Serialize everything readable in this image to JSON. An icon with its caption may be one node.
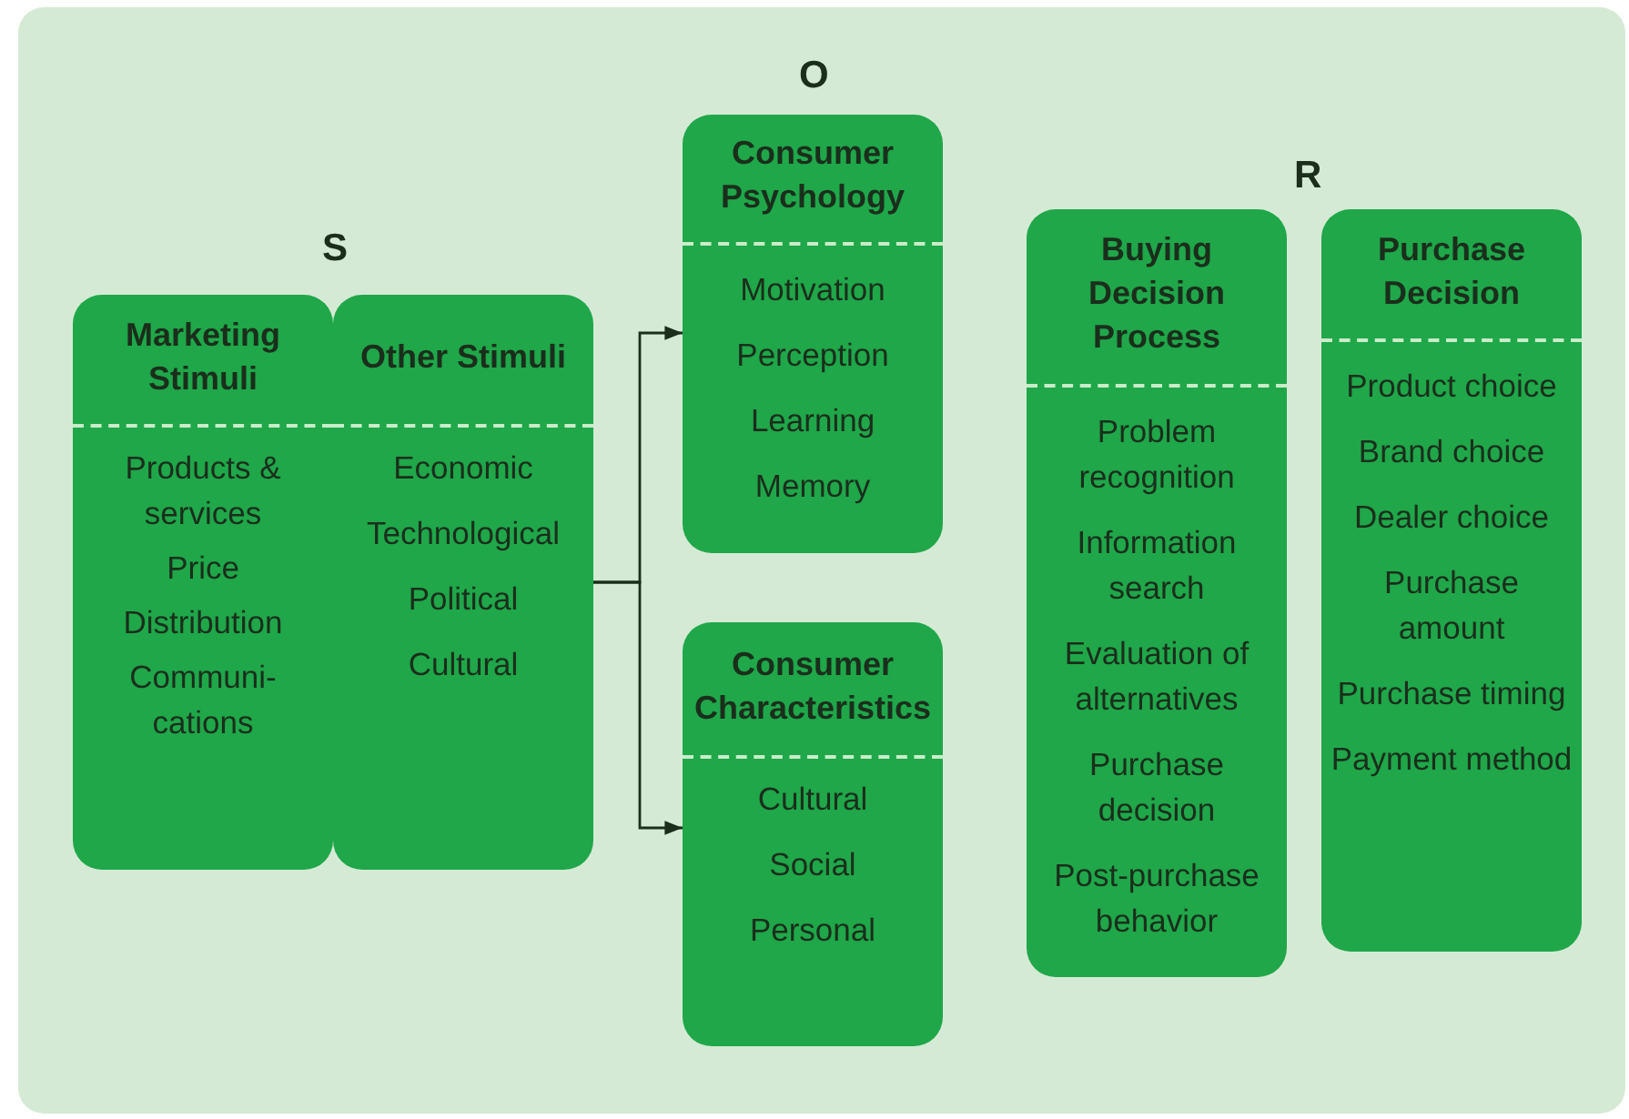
{
  "diagram": {
    "nodes": [
      {
        "text": [
          "Marketing Stimuli",
          "Products & services",
          "Price",
          "Distribution",
          "Communi- cations"
        ]
      },
      {
        "text": [
          "Other Stimuli",
          "Economic",
          "Technological",
          "Political",
          "Cultural"
        ]
      },
      {
        "text": [
          "Consumer Psychology",
          "Motivation",
          "Perception",
          "Learning",
          "Memory"
        ]
      },
      {
        "text": [
          "Consumer Characteristics",
          "Cultural",
          "Social",
          "Personal"
        ]
      },
      {
        "text": [
          "Buying Decision Process",
          "Problem recognition",
          "Information search",
          "Evaluation of alternatives",
          "Purchase decision",
          "Post-purchase behavior"
        ]
      },
      {
        "text": [
          "Purchase Decision",
          "Product choice",
          "Brand choice",
          "Dealer choice",
          "Purchase amount",
          "Purchase timing",
          "Payment method"
        ]
      }
    ],
    "edges": [
      {
        "from": 1,
        "to": 2,
        "arrow": "to"
      },
      {
        "from": 1,
        "to": 3,
        "arrow": "to"
      }
    ],
    "labels": [
      "O",
      "R",
      "S"
    ]
  }
}
